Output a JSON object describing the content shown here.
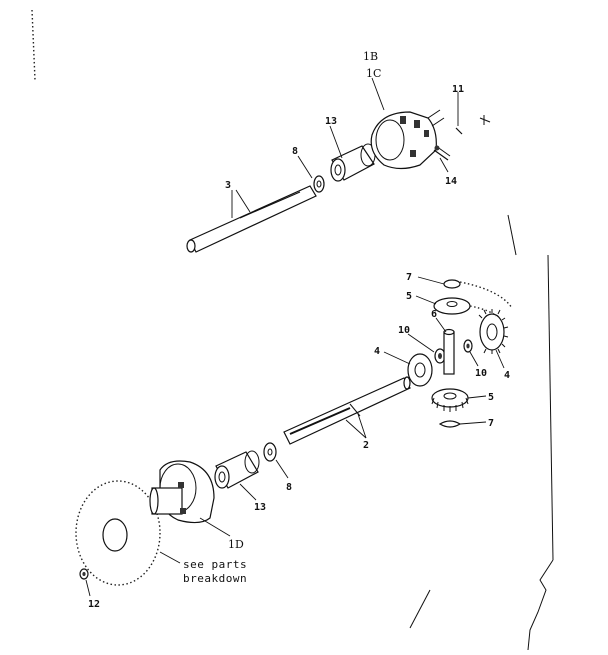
{
  "callouts": {
    "1B": "1B",
    "1C": "1C",
    "1D": "1D",
    "c2": "2",
    "c3": "3",
    "c4a": "4",
    "c4b": "4",
    "c5a": "5",
    "c5b": "5",
    "c6": "6",
    "c7a": "7",
    "c7b": "7",
    "c8a": "8",
    "c8b": "8",
    "c10a": "10",
    "c10b": "10",
    "c11": "11",
    "c12": "12",
    "c13a": "13",
    "c13b": "13",
    "c14": "14"
  },
  "note": {
    "line1": "see parts",
    "line2": "breakdown"
  }
}
